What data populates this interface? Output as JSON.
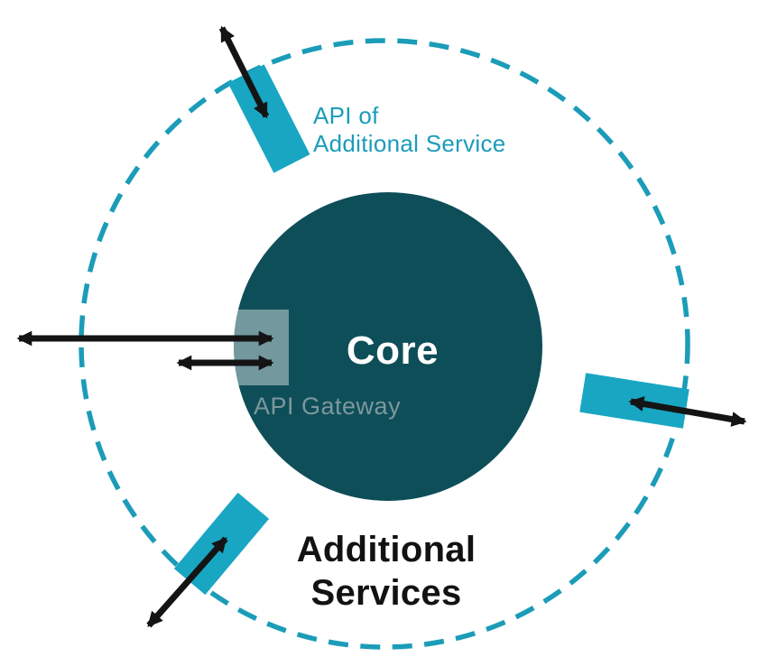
{
  "diagram": {
    "core": {
      "label": "Core"
    },
    "api_gateway": {
      "label": "API Gateway"
    },
    "service_api_label": {
      "line1": "API of",
      "line2": "Additional Service"
    },
    "services_label": {
      "line1": "Additional",
      "line2": "Services"
    },
    "colors": {
      "core_fill": "#0e4e59",
      "core_text": "#ffffff",
      "service_block_fill": "#18a6c3",
      "boundary_dash": "#1b9cb8",
      "teal_text": "#1b9cba",
      "gateway_overlay": "rgba(255,255,255,0.42)",
      "gateway_text": "#7d989c",
      "arrow": "#141414",
      "black_text": "#121212"
    }
  }
}
